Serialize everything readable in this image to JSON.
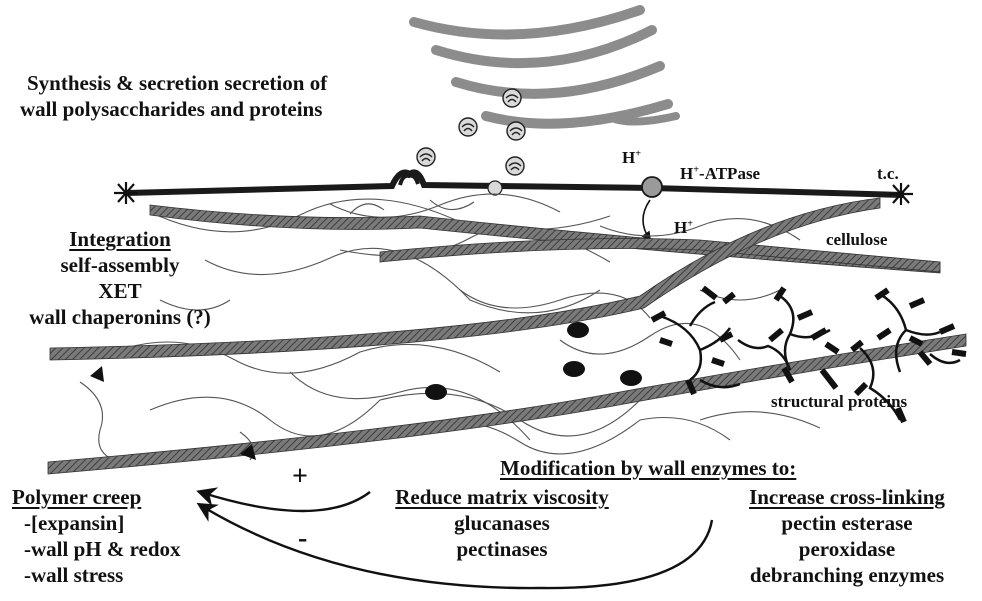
{
  "synthesis": {
    "line1": "Synthesis & secretion secretion of",
    "line2": "wall polysaccharides and proteins"
  },
  "membrane": {
    "proton_top": "H",
    "proton_top_sup": "+",
    "atpase_h": "H",
    "atpase_sup": "+",
    "atpase_rest": "-ATPase",
    "proton_bottom": "H",
    "proton_bottom_sup": "+",
    "tc": "t.c."
  },
  "wall": {
    "cellulose": "cellulose",
    "structural_proteins": "structural proteins"
  },
  "integration": {
    "title": "Integration",
    "items": [
      "self-assembly",
      "XET",
      "wall chaperonins (?)"
    ]
  },
  "modification": {
    "title": "Modification by wall enzymes to:"
  },
  "reduce": {
    "title": "Reduce matrix viscosity",
    "items": [
      "glucanases",
      "pectinases"
    ]
  },
  "increase": {
    "title": "Increase cross-linking",
    "items": [
      "pectin esterase",
      "peroxidase",
      "debranching enzymes"
    ]
  },
  "creep": {
    "title": "Polymer creep",
    "items": [
      "-[expansin]",
      "-wall pH & redox",
      "-wall stress"
    ]
  },
  "arrows": {
    "plus": "+",
    "minus": "-"
  },
  "colors": {
    "ink": "#111111",
    "fiber": "#555555",
    "golgi": "#8c8c8c"
  }
}
